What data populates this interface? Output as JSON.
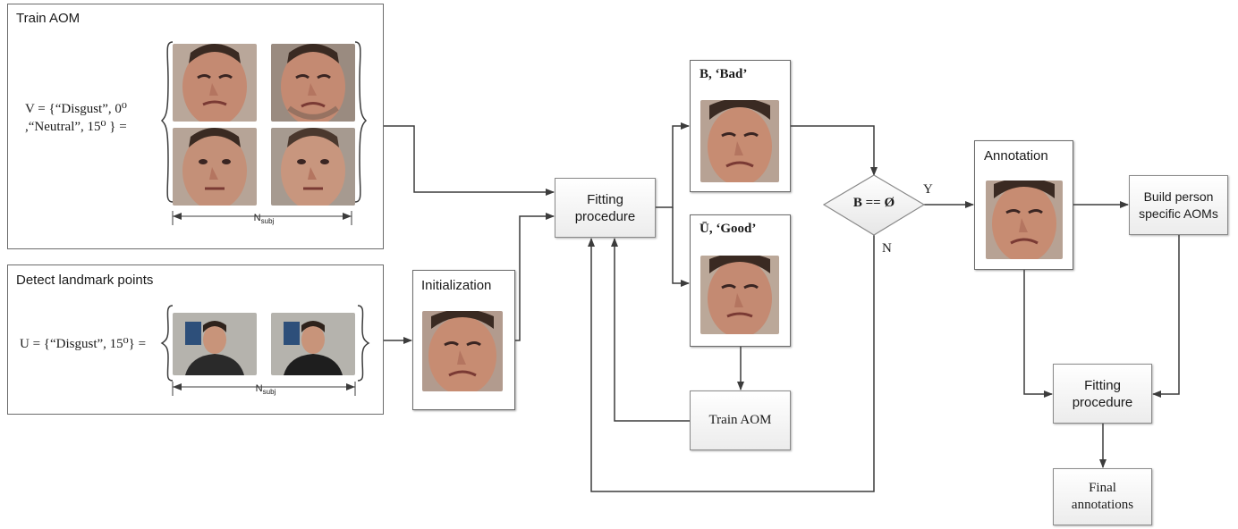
{
  "panels": {
    "train_aom": {
      "title": "Train AOM",
      "eq_line1": "V = {“Disgust”, 0⁰",
      "eq_line2": ",“Neutral”, 15⁰ } =",
      "width_label": "N",
      "width_label_sub": "subj"
    },
    "detect_landmarks": {
      "title": "Detect landmark points",
      "eq": "U = {“Disgust”, 15⁰} =",
      "width_label": "N",
      "width_label_sub": "subj"
    }
  },
  "nodes": {
    "initialization": "Initialization",
    "fitting_procedure_1": "Fitting procedure",
    "bad_set": "B, ‘Bad’",
    "good_set": "Ū, ‘Good’",
    "train_aom": "Train AOM",
    "decision": "B == Ø",
    "annotation": "Annotation",
    "build_aoms": "Build person specific AOMs",
    "fitting_procedure_2": "Fitting procedure",
    "final_annotations": "Final annotations"
  },
  "edge_labels": {
    "yes": "Y",
    "no": "N"
  },
  "colors": {
    "line": "#3c3c3c",
    "box_border": "#6b6b6b",
    "skin": "#c98f78",
    "hair": "#3a2a22"
  }
}
